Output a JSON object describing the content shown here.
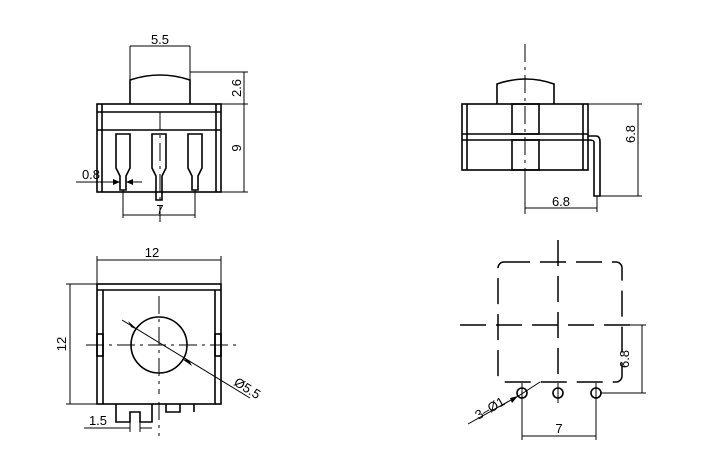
{
  "views": {
    "top": {
      "dims": {
        "body_width": "5.5",
        "cap_height": "2.6",
        "body_height": "9",
        "pin_width": "0.8",
        "pin_pitch": "7"
      }
    },
    "side": {
      "dims": {
        "height": "6.8",
        "pin_offset": "6.8"
      }
    },
    "front": {
      "dims": {
        "width": "12",
        "height": "12",
        "hole_diameter": "Ø5.5",
        "tab_width": "1.5"
      }
    },
    "footprint": {
      "dims": {
        "pitch_vertical": "6.8",
        "holes": "3–Ø1",
        "pitch": "7"
      }
    }
  }
}
